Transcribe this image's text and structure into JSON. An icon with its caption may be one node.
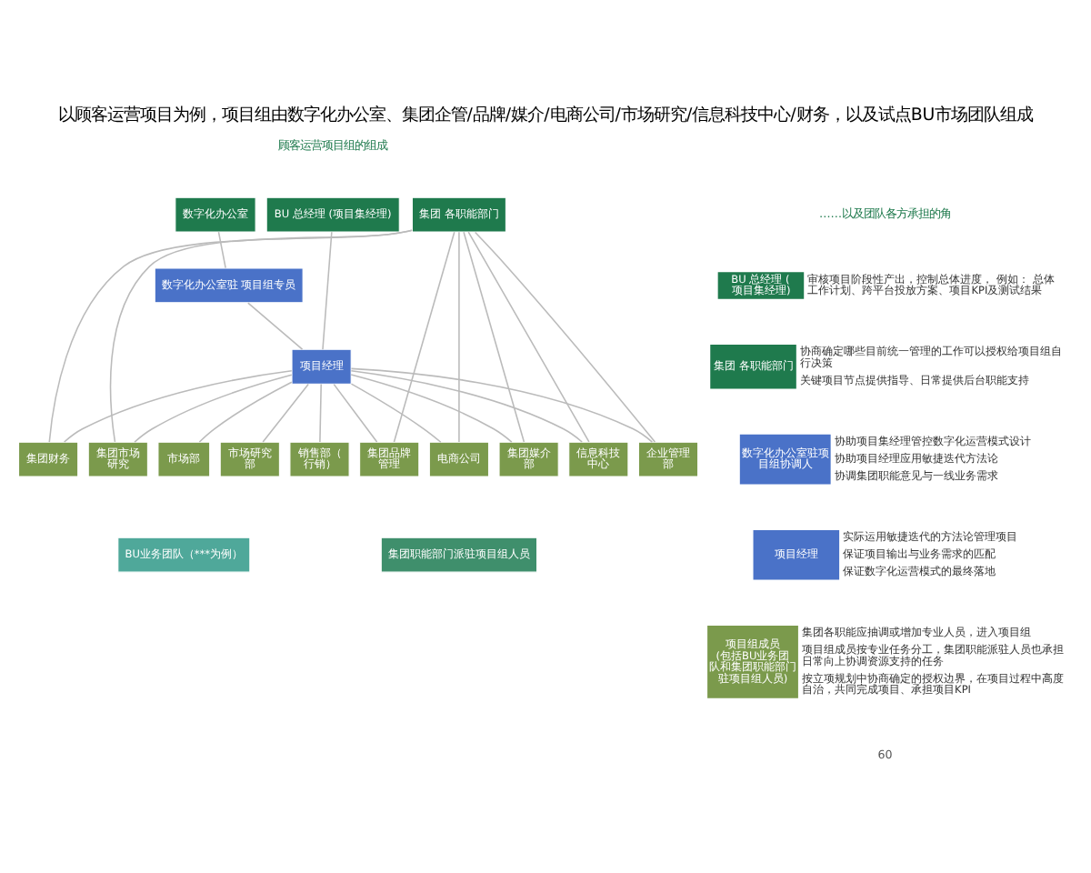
{
  "diagram": {
    "title": "以顾客运营项目为例，项目组由数字化办公室、集团企管/品牌/媒介/电商公司/市场研究/信息科技中心/财务，以及试点BU市场团队组成",
    "nodes": [
      {
        "text": [
          "BU 总经理 (项目集经理)"
        ]
      },
      {
        "text": [
          "数字化办公室"
        ]
      },
      {
        "text": [
          "集团 各职能部门"
        ]
      },
      {
        "text": [
          "数字化办公室驻 项目组专员"
        ]
      },
      {
        "text": [
          "项目经理"
        ]
      },
      {
        "text": [
          "市场部"
        ]
      },
      {
        "text": [
          "市场研究部"
        ]
      },
      {
        "text": [
          "销售部（行销）"
        ]
      },
      {
        "text": [
          "集团市场研究"
        ]
      },
      {
        "text": [
          "集团品牌管理"
        ]
      },
      {
        "text": [
          "电商公司"
        ]
      },
      {
        "text": [
          "集团媒介部"
        ]
      },
      {
        "text": [
          "信息科技中心"
        ]
      },
      {
        "text": [
          "企业管理部"
        ]
      },
      {
        "text": [
          "集团财务"
        ]
      },
      {
        "text": [
          "BU业务团队（***为例）"
        ]
      },
      {
        "text": [
          "集团职能部门派驻项目组人员"
        ]
      },
      {
        "text": [
          "BU 总经理 (项目集经理)"
        ],
        "beside": [
          "审核项目阶段性产出，控制总体进度， 例如： 总体工作计划、跨平台投放方案、项目KPI及测试结果"
        ]
      },
      {
        "text": [
          "集团 各职能部门"
        ],
        "beside": [
          "协商确定哪些目前统一管理的工作可以授权给项目组自行决策",
          "关键项目节点提供指导、日常提供后台职能支持"
        ]
      },
      {
        "text": [
          "数字化办公室驻项目组协调人"
        ],
        "beside": [
          "协助项目集经理管控数字化运营模式设计",
          "协助项目经理应用敏捷迭代方法论",
          "协调集团职能意见与一线业务需求"
        ]
      },
      {
        "text": [
          "项目经理"
        ],
        "beside": [
          "实际运用敏捷迭代的方法论管理项目",
          "保证项目输出与业务需求的匹配",
          "保证数字化运营模式的最终落地"
        ]
      },
      {
        "text": [
          "项目组成员",
          "(包括BU业务团队和集团职能部门驻项目组人员)"
        ],
        "beside": [
          "集团各职能应抽调或增加专业人员，进入项目组",
          "项目组成员按专业任务分工，集团职能派驻人员也承担日常向上协调资源支持的任务",
          "按立项规划中协商确定的授权边界，在项目过程中高度自治，共同完成项目、承担项目KPI"
        ]
      }
    ],
    "edges": [
      {
        "from": 0,
        "to": 4,
        "arrow": "none"
      },
      {
        "from": 1,
        "to": 3,
        "arrow": "none"
      },
      {
        "from": 3,
        "to": 4,
        "arrow": "none"
      },
      {
        "from": 4,
        "to": 5,
        "arrow": "none"
      },
      {
        "from": 4,
        "to": 6,
        "arrow": "none"
      },
      {
        "from": 4,
        "to": 7,
        "arrow": "none"
      },
      {
        "from": 4,
        "to": 8,
        "arrow": "none"
      },
      {
        "from": 4,
        "to": 9,
        "arrow": "none"
      },
      {
        "from": 4,
        "to": 10,
        "arrow": "none"
      },
      {
        "from": 4,
        "to": 11,
        "arrow": "none"
      },
      {
        "from": 4,
        "to": 12,
        "arrow": "none"
      },
      {
        "from": 4,
        "to": 13,
        "arrow": "none"
      },
      {
        "from": 4,
        "to": 14,
        "arrow": "none"
      },
      {
        "from": 2,
        "to": 8,
        "arrow": "none"
      },
      {
        "from": 2,
        "to": 9,
        "arrow": "none"
      },
      {
        "from": 2,
        "to": 10,
        "arrow": "none"
      },
      {
        "from": 2,
        "to": 11,
        "arrow": "none"
      },
      {
        "from": 2,
        "to": 12,
        "arrow": "none"
      },
      {
        "from": 2,
        "to": 13,
        "arrow": "none"
      },
      {
        "from": 2,
        "to": 14,
        "arrow": "none"
      }
    ],
    "labels": [
      "顾客运营项目组的组成",
      "……以及团队各方承担的角",
      "60"
    ]
  }
}
